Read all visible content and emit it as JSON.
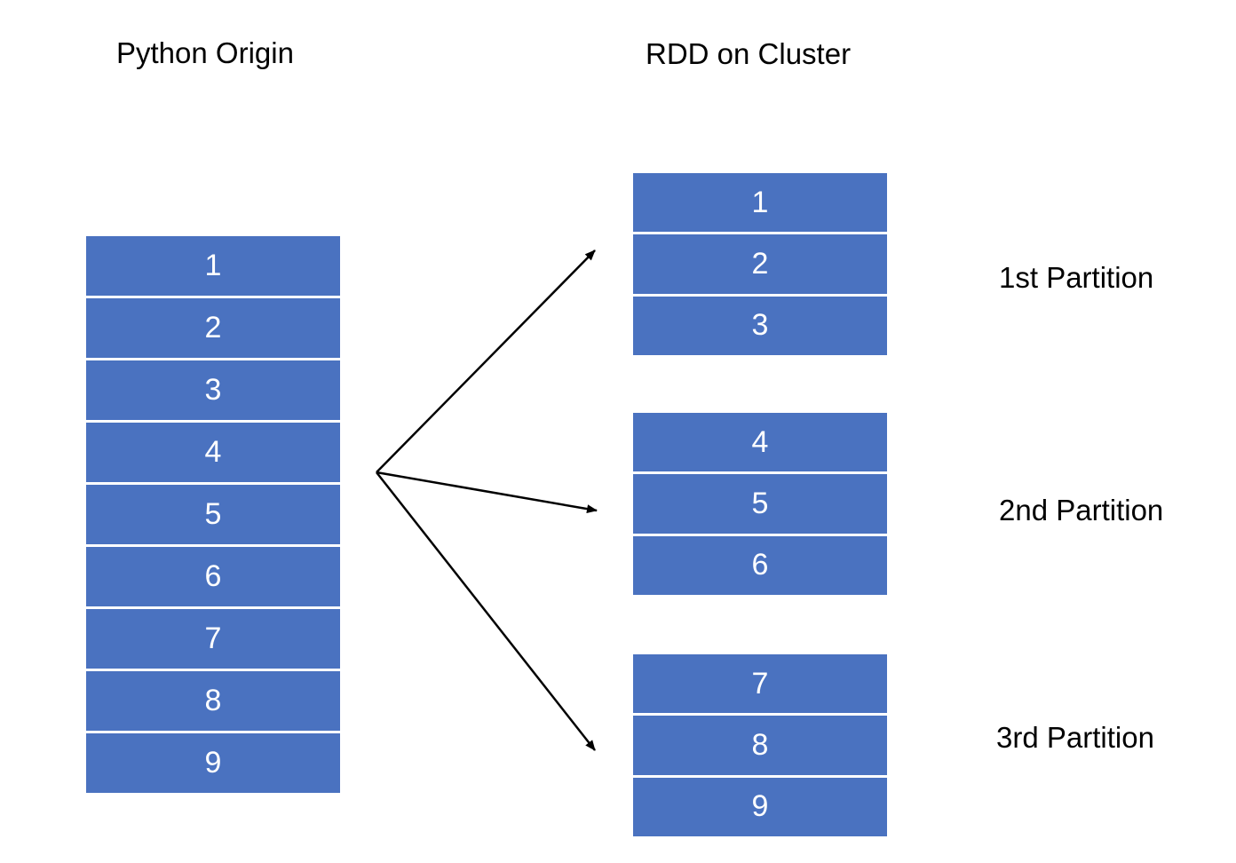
{
  "headings": {
    "origin": "Python Origin",
    "rdd": "RDD on Cluster"
  },
  "origin_items": [
    "1",
    "2",
    "3",
    "4",
    "5",
    "6",
    "7",
    "8",
    "9"
  ],
  "partitions": [
    {
      "label": "1st Partition",
      "items": [
        "1",
        "2",
        "3"
      ]
    },
    {
      "label": "2nd Partition",
      "items": [
        "4",
        "5",
        "6"
      ]
    },
    {
      "label": "3rd Partition",
      "items": [
        "7",
        "8",
        "9"
      ]
    }
  ],
  "colors": {
    "cell_fill": "#4a72c0",
    "cell_text": "#ffffff",
    "arrow": "#000000"
  }
}
